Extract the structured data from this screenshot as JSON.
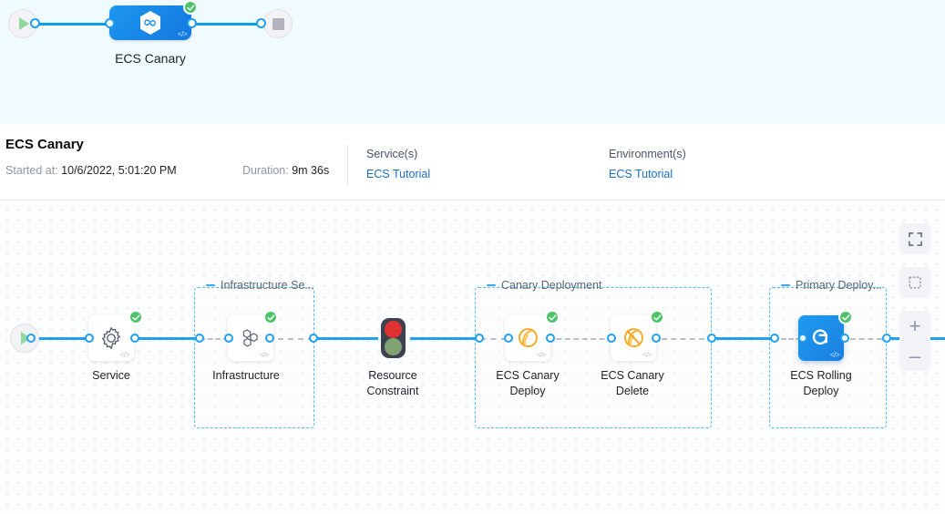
{
  "minimap": {
    "start_icon": "play-icon",
    "end_icon": "stop-icon",
    "pipeline_icon": "harness-infinity-icon",
    "pipeline_label": "ECS Canary",
    "status": "success"
  },
  "info": {
    "title": "ECS Canary",
    "started_label": "Started at:",
    "started_value": "10/6/2022, 5:01:20 PM",
    "duration_label": "Duration:",
    "duration_value": "9m 36s",
    "services_title": "Service(s)",
    "services_value": "ECS Tutorial",
    "environments_title": "Environment(s)",
    "environments_value": "ECS Tutorial"
  },
  "graph": {
    "groups": [
      {
        "label": "Infrastructure Se...",
        "collapse_icon": "minus-icon"
      },
      {
        "label": "Canary Deployment",
        "collapse_icon": "minus-icon"
      },
      {
        "label": "Primary Deploy...",
        "collapse_icon": "minus-icon"
      }
    ],
    "nodes": [
      {
        "name": "start",
        "label": "",
        "icon": "play-icon",
        "status": ""
      },
      {
        "name": "service",
        "label": "Service",
        "icon": "gear-icon",
        "status": "success",
        "code_tag": "</>"
      },
      {
        "name": "infrastructure",
        "label": "Infrastructure",
        "icon": "hexagon-cluster-icon",
        "status": "success",
        "code_tag": "</>"
      },
      {
        "name": "resource-constraint",
        "label": "Resource\nConstraint",
        "icon": "traffic-light-icon",
        "status": ""
      },
      {
        "name": "ecs-canary-deploy",
        "label": "ECS Canary\nDeploy",
        "icon": "ecs-canary-deploy-icon",
        "status": "success",
        "code_tag": "</>"
      },
      {
        "name": "ecs-canary-delete",
        "label": "ECS Canary\nDelete",
        "icon": "ecs-canary-delete-icon",
        "status": "success",
        "code_tag": "</>"
      },
      {
        "name": "ecs-rolling-deploy",
        "label": "ECS Rolling\nDeploy",
        "icon": "ecs-rolling-deploy-icon",
        "status": "success",
        "code_tag": "</>"
      }
    ],
    "labels": {
      "service": "Service",
      "infrastructure": "Infrastructure",
      "resource_constraint_l1": "Resource",
      "resource_constraint_l2": "Constraint",
      "canary_deploy_l1": "ECS Canary",
      "canary_deploy_l2": "Deploy",
      "canary_delete_l1": "ECS Canary",
      "canary_delete_l2": "Delete",
      "rolling_deploy_l1": "ECS Rolling",
      "rolling_deploy_l2": "Deploy"
    }
  },
  "controls": {
    "fit_icon": "fit-screen-icon",
    "select_icon": "marquee-select-icon",
    "zoom_in": "+",
    "zoom_out": "–"
  },
  "colors": {
    "accent": "#21a0f0",
    "success": "#4dc36a",
    "link": "#1b6ec2",
    "group_border": "#56b9f5",
    "strip_bg": "#effbff"
  }
}
